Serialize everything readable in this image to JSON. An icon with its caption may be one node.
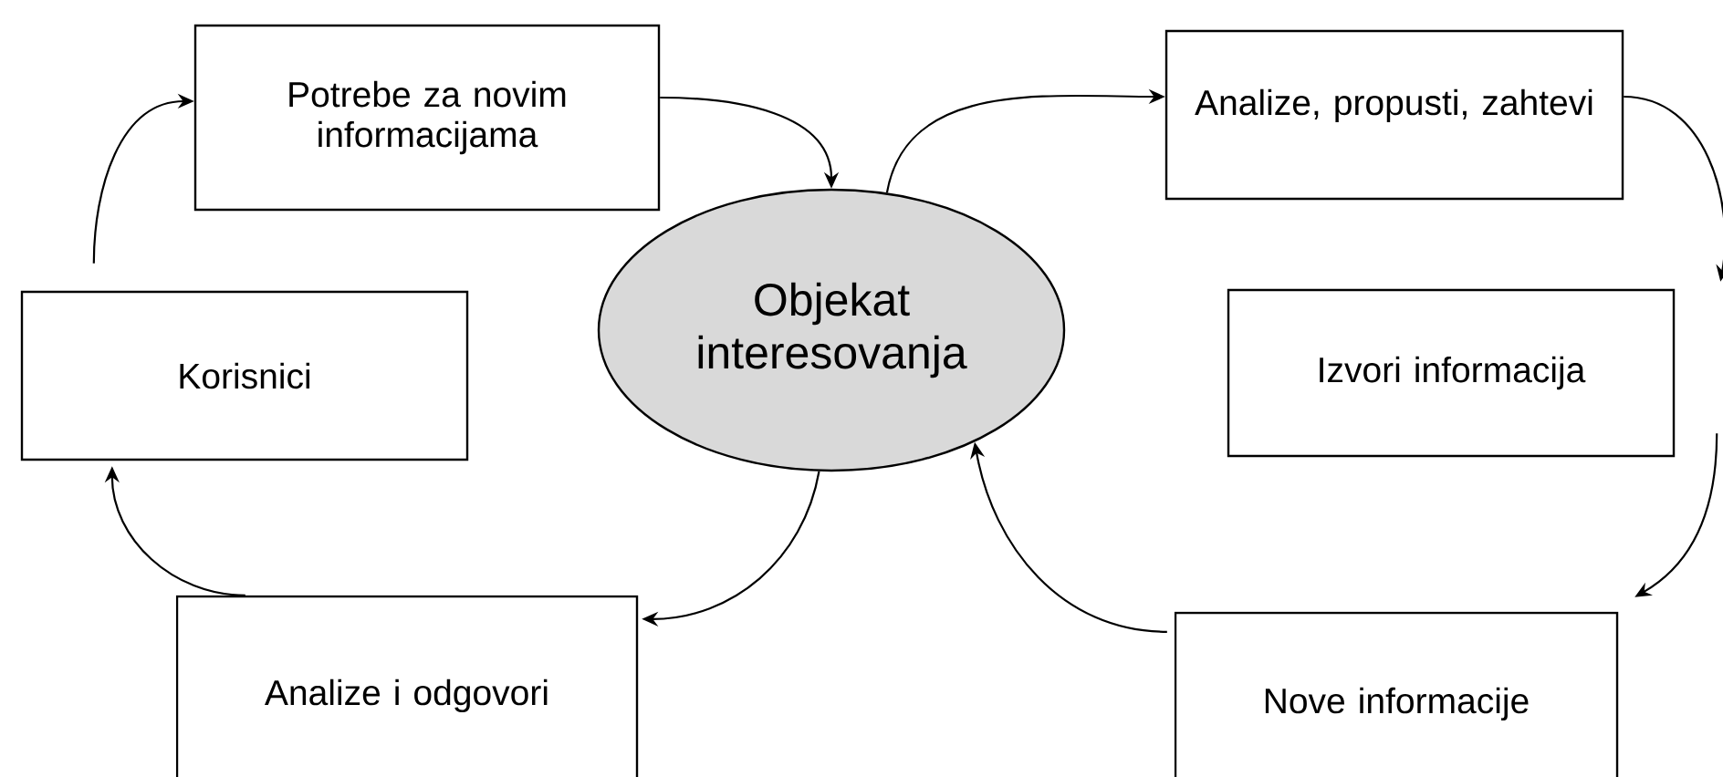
{
  "diagram": {
    "nodes": [
      {
        "text": [
          "Potrebe za novim informacijama"
        ]
      },
      {
        "text": [
          "Objekat interesovanja"
        ]
      },
      {
        "text": [
          "Analize, propusti, zahtevi"
        ]
      },
      {
        "text": [
          "Izvori informacija"
        ]
      },
      {
        "text": [
          "Nove informacije"
        ]
      },
      {
        "text": [
          "Analize i odgovori"
        ]
      },
      {
        "text": [
          "Korisnici"
        ]
      }
    ],
    "edges": [
      {
        "from": 6,
        "to": 0,
        "arrow": "to"
      },
      {
        "from": 0,
        "to": 1,
        "arrow": "to"
      },
      {
        "from": 1,
        "to": 2,
        "arrow": "to"
      },
      {
        "from": 2,
        "to": 3,
        "arrow": "to"
      },
      {
        "from": 3,
        "to": 4,
        "arrow": "to"
      },
      {
        "from": 4,
        "to": 1,
        "arrow": "to"
      },
      {
        "from": 1,
        "to": 5,
        "arrow": "to"
      },
      {
        "from": 5,
        "to": 6,
        "arrow": "to"
      }
    ]
  }
}
